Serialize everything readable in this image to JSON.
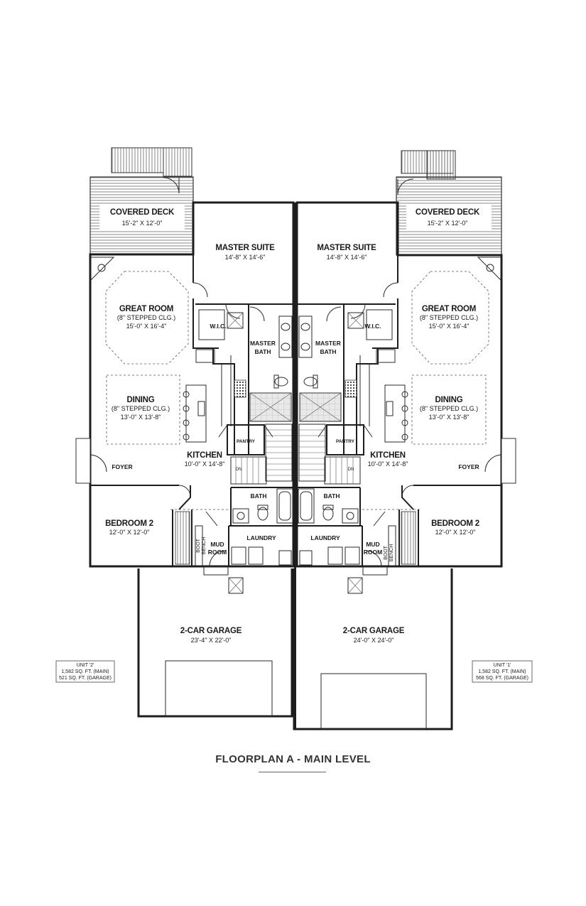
{
  "rooms": {
    "covered_deck_left": {
      "name": "COVERED DECK",
      "size": "15'-2\" X 12'-0\""
    },
    "covered_deck_right": {
      "name": "COVERED DECK",
      "size": "15'-2\" X 12'-0\""
    },
    "master_suite_left": {
      "name": "MASTER SUITE",
      "size": "14'-8\" X 14'-6\""
    },
    "master_suite_right": {
      "name": "MASTER SUITE",
      "size": "14'-8\" X 14'-6\""
    },
    "great_room_left": {
      "name": "GREAT ROOM",
      "note": "(8\" STEPPED CLG.)",
      "size": "15'-0\" X 16'-4\""
    },
    "great_room_right": {
      "name": "GREAT ROOM",
      "note": "(8\" STEPPED CLG.)",
      "size": "15'-0\" X 16'-4\""
    },
    "wic_left": {
      "name": "W.I.C."
    },
    "wic_right": {
      "name": "W.I.C."
    },
    "master_bath_left": {
      "line1": "MASTER",
      "line2": "BATH"
    },
    "master_bath_right": {
      "line1": "MASTER",
      "line2": "BATH"
    },
    "dining_left": {
      "name": "DINING",
      "note": "(8\" STEPPED CLG.)",
      "size": "13'-0\" X 13'-8\""
    },
    "dining_right": {
      "name": "DINING",
      "note": "(8\" STEPPED CLG.)",
      "size": "13'-0\" X 13'-8\""
    },
    "pantry_left": {
      "name": "PANTRY"
    },
    "pantry_right": {
      "name": "PANTRY"
    },
    "kitchen_left": {
      "name": "KITCHEN",
      "size": "10'-0\" X 14'-8\""
    },
    "kitchen_right": {
      "name": "KITCHEN",
      "size": "10'-0\" X 14'-8\""
    },
    "foyer_left": {
      "name": "FOYER"
    },
    "foyer_right": {
      "name": "FOYER"
    },
    "bath_left": {
      "name": "BATH"
    },
    "bath_right": {
      "name": "BATH"
    },
    "bedroom2_left": {
      "name": "BEDROOM 2",
      "size": "12'-0\" X 12'-0\""
    },
    "bedroom2_right": {
      "name": "BEDROOM 2",
      "size": "12'-0\" X 12'-0\""
    },
    "laundry_left": {
      "name": "LAUNDRY"
    },
    "laundry_right": {
      "name": "LAUNDRY"
    },
    "mud_room_left": {
      "line1": "MUD",
      "line2": "ROOM"
    },
    "mud_room_right": {
      "line1": "MUD",
      "line2": "ROOM"
    },
    "boot_bench_left": {
      "line1": "BOOT",
      "line2": "BENCH"
    },
    "boot_bench_right": {
      "line1": "BOOT",
      "line2": "BENCH"
    },
    "garage_left": {
      "name": "2-CAR GARAGE",
      "size": "23'-4\" X 22'-0\""
    },
    "garage_right": {
      "name": "2-CAR GARAGE",
      "size": "24'-0\" X 24'-0\""
    }
  },
  "stairs": {
    "down_label": "DN"
  },
  "units": {
    "left": {
      "name": "UNIT '2'",
      "main": "1,582 SQ. FT. (MAIN)",
      "garage": "521 SQ. FT. (GARAGE)"
    },
    "right": {
      "name": "UNIT '1'",
      "main": "1,582 SQ. FT. (MAIN)",
      "garage": "568 SQ. FT. (GARAGE)"
    }
  },
  "title": "FLOORPLAN A - MAIN LEVEL"
}
